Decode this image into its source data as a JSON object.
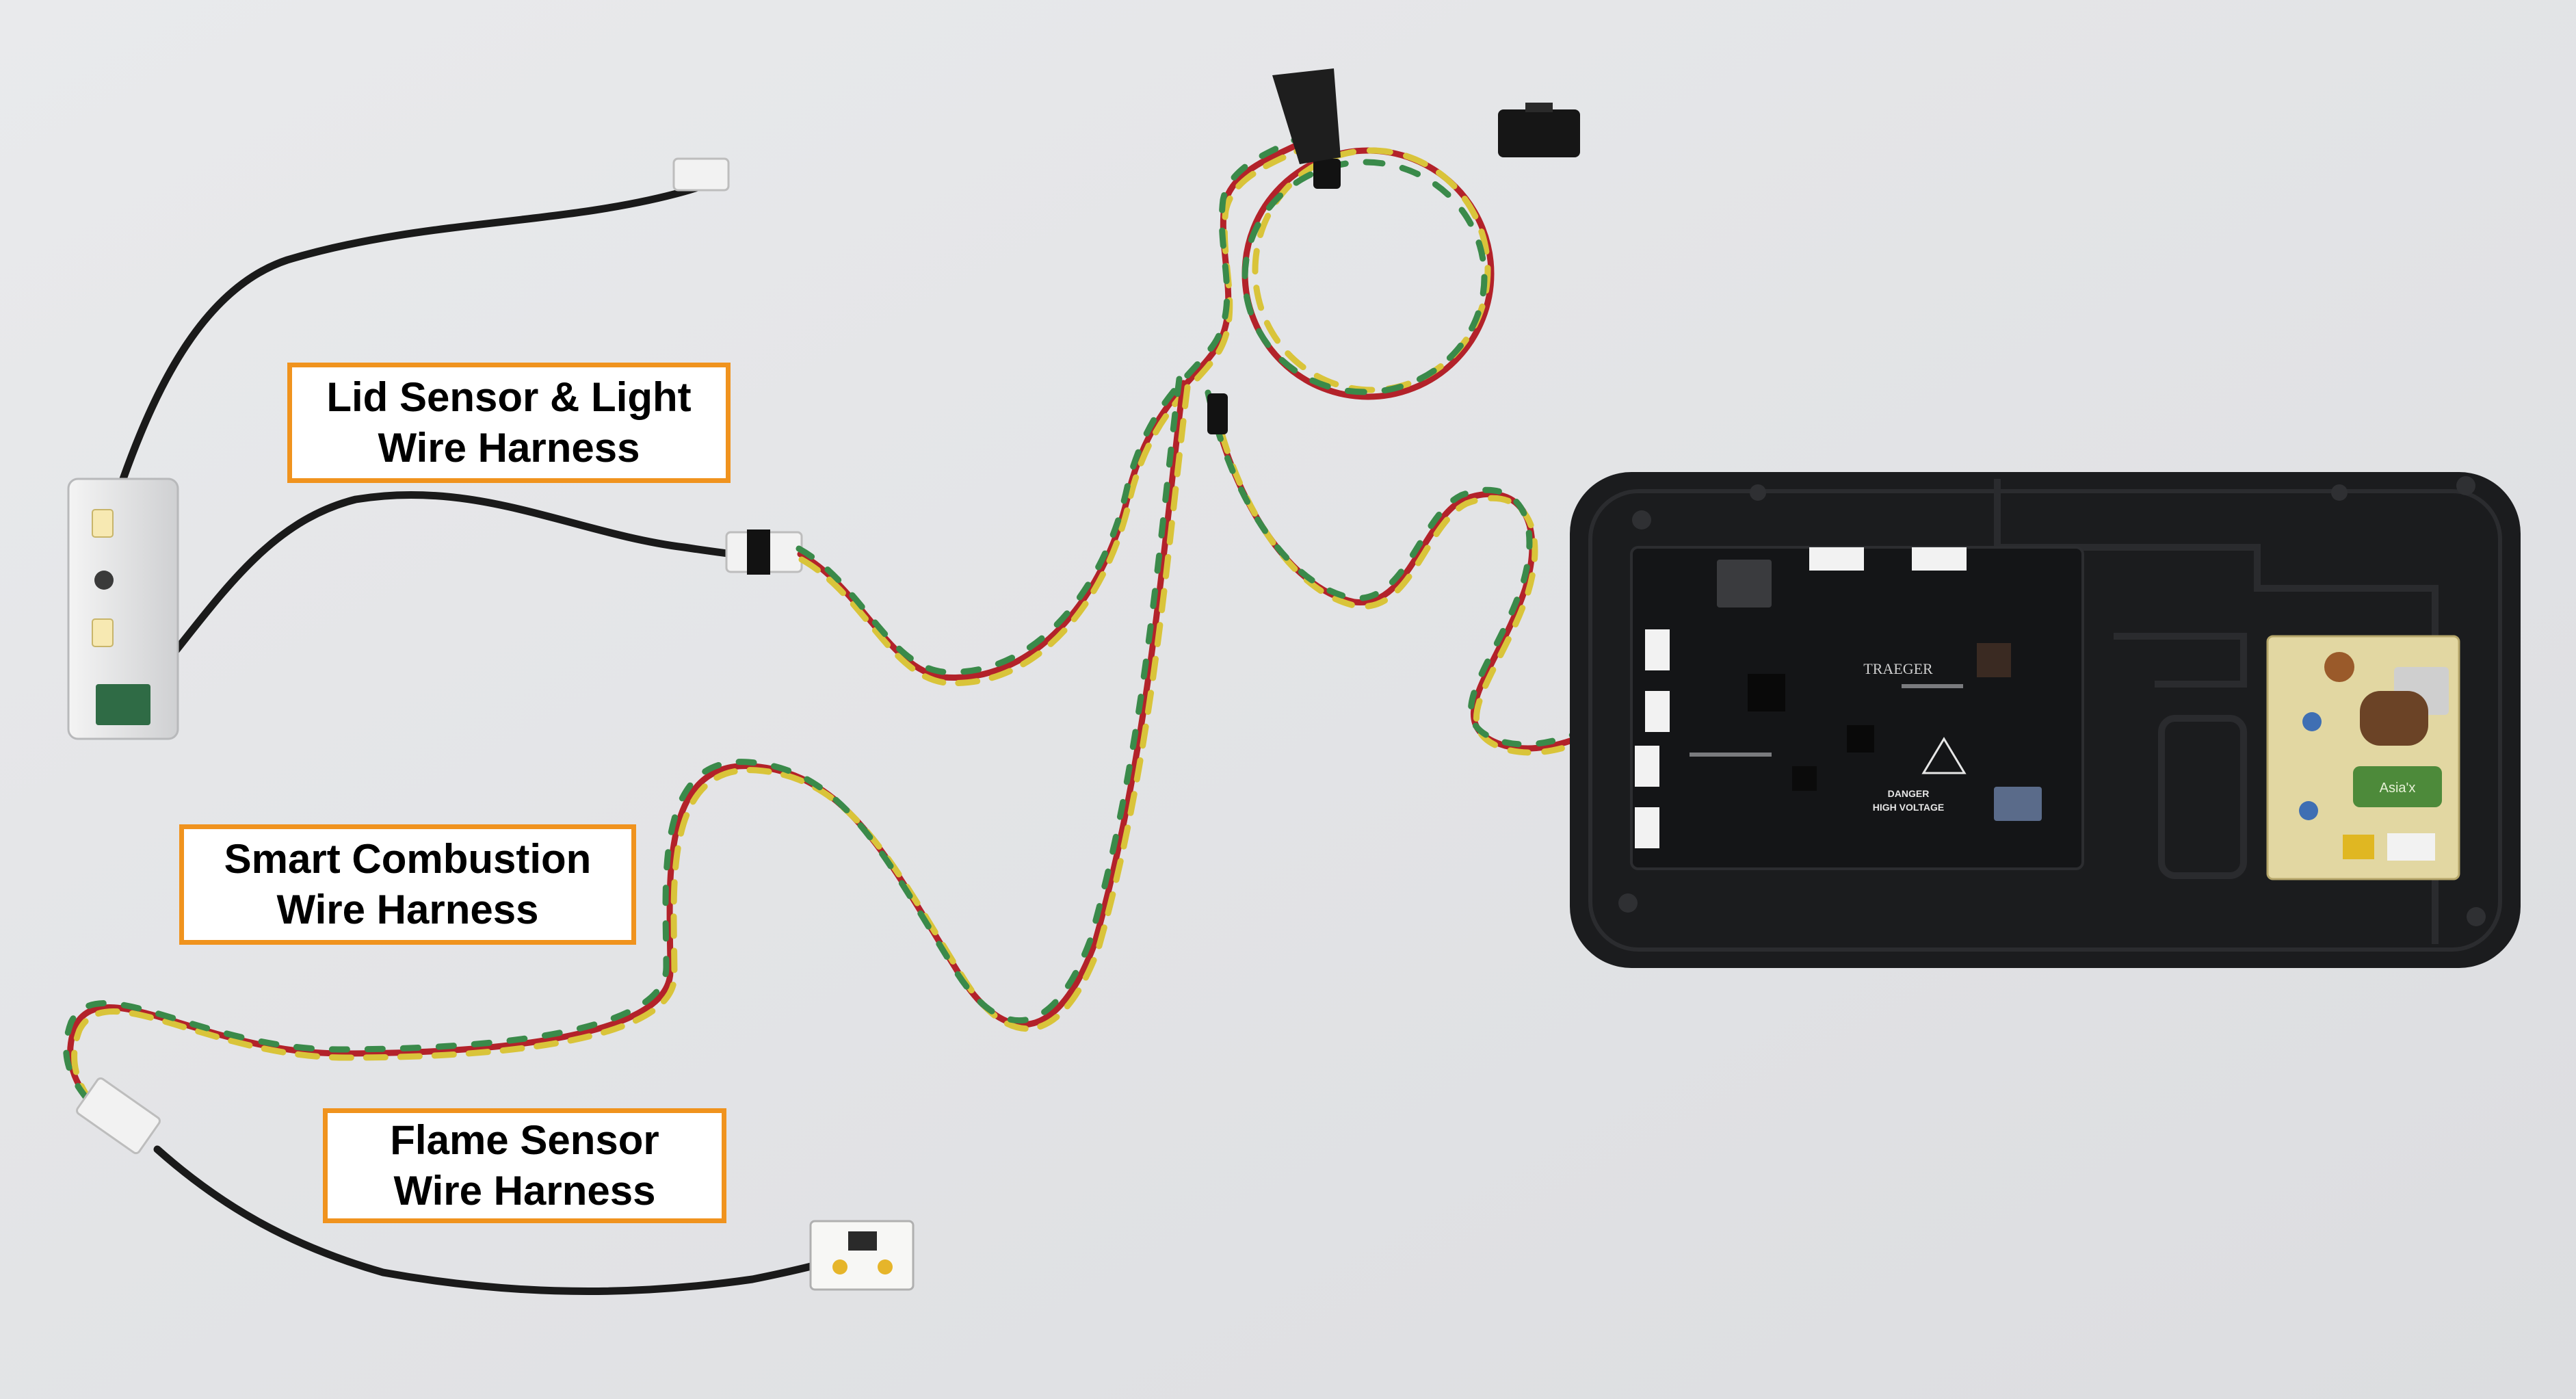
{
  "labels": {
    "lid_sensor": {
      "line1": "Lid Sensor & Light",
      "line2": "Wire Harness"
    },
    "smart_combustion": {
      "line1": "Smart Combustion",
      "line2": "Wire Harness"
    },
    "flame_sensor": {
      "line1": "Flame Sensor",
      "line2": "Wire Harness"
    }
  },
  "board_markings": {
    "brand": "TRAEGER",
    "warning_line1": "DANGER",
    "warning_line2": "HIGH VOLTAGE",
    "capacitor": "Asia'x"
  },
  "colors": {
    "background": "#e4e5e7",
    "callout_border": "#f0931e",
    "board": "#1b1c1e",
    "wire_black": "#1a1a1a",
    "wire_red": "#b3222a",
    "wire_yellow": "#d9c43a",
    "wire_green": "#3a8a4a"
  }
}
